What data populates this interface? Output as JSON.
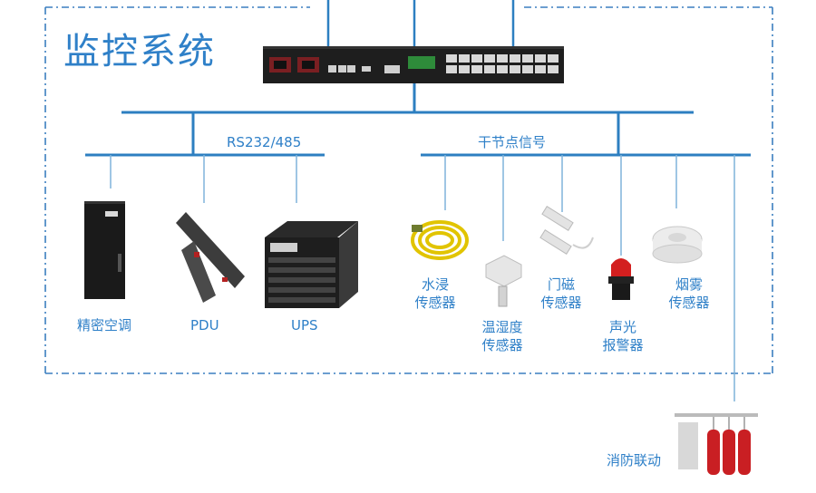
{
  "title": "监控系统",
  "buses": {
    "serial": "RS232/485",
    "dry_contact": "干节点信号"
  },
  "devices": {
    "precision_ac": "精密空调",
    "pdu": "PDU",
    "ups": "UPS",
    "water_sensor": [
      "水浸",
      "传感器"
    ],
    "temp_humidity": [
      "温湿度",
      "传感器"
    ],
    "door_sensor": [
      "门磁",
      "传感器"
    ],
    "alarm": [
      "声光",
      "报警器"
    ],
    "smoke": [
      "烟雾",
      "传感器"
    ],
    "fire": "消防联动"
  },
  "colors": {
    "line": "#2d7fc1",
    "text": "#2f80c8",
    "dash": "#3b7fc0"
  }
}
